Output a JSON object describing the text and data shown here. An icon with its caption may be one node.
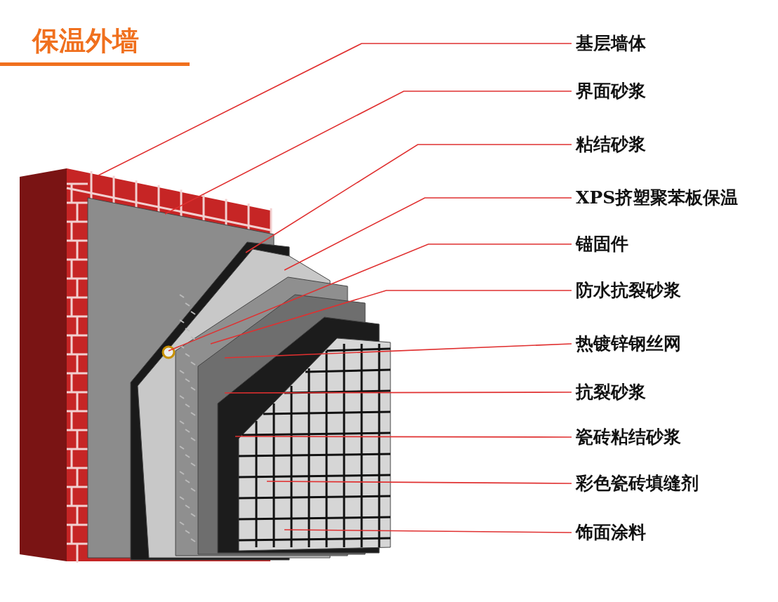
{
  "diagram": {
    "title": "保温外墙",
    "nodes": [
      {
        "text": [
          "基层墙体"
        ]
      },
      {
        "text": [
          "界面砂浆"
        ]
      },
      {
        "text": [
          "粘结砂浆"
        ]
      },
      {
        "text": [
          "XPS挤塑聚苯板保温"
        ]
      },
      {
        "text": [
          "锚固件"
        ]
      },
      {
        "text": [
          "防水抗裂砂浆"
        ]
      },
      {
        "text": [
          "热镀锌钢丝网"
        ]
      },
      {
        "text": [
          "抗裂砂浆"
        ]
      },
      {
        "text": [
          "瓷砖粘结砂浆"
        ]
      },
      {
        "text": [
          "彩色瓷砖填缝剂"
        ]
      },
      {
        "text": [
          "饰面涂料"
        ]
      }
    ],
    "edges": [
      {
        "from": 0,
        "to": null,
        "arrow": "none"
      },
      {
        "from": 1,
        "to": null,
        "arrow": "none"
      },
      {
        "from": 2,
        "to": null,
        "arrow": "none"
      },
      {
        "from": 3,
        "to": null,
        "arrow": "none"
      },
      {
        "from": 4,
        "to": null,
        "arrow": "none"
      },
      {
        "from": 5,
        "to": null,
        "arrow": "none"
      },
      {
        "from": 6,
        "to": null,
        "arrow": "none"
      },
      {
        "from": 7,
        "to": null,
        "arrow": "none"
      },
      {
        "from": 8,
        "to": null,
        "arrow": "none"
      },
      {
        "from": 9,
        "to": null,
        "arrow": "none"
      },
      {
        "from": 10,
        "to": null,
        "arrow": "none"
      }
    ]
  }
}
